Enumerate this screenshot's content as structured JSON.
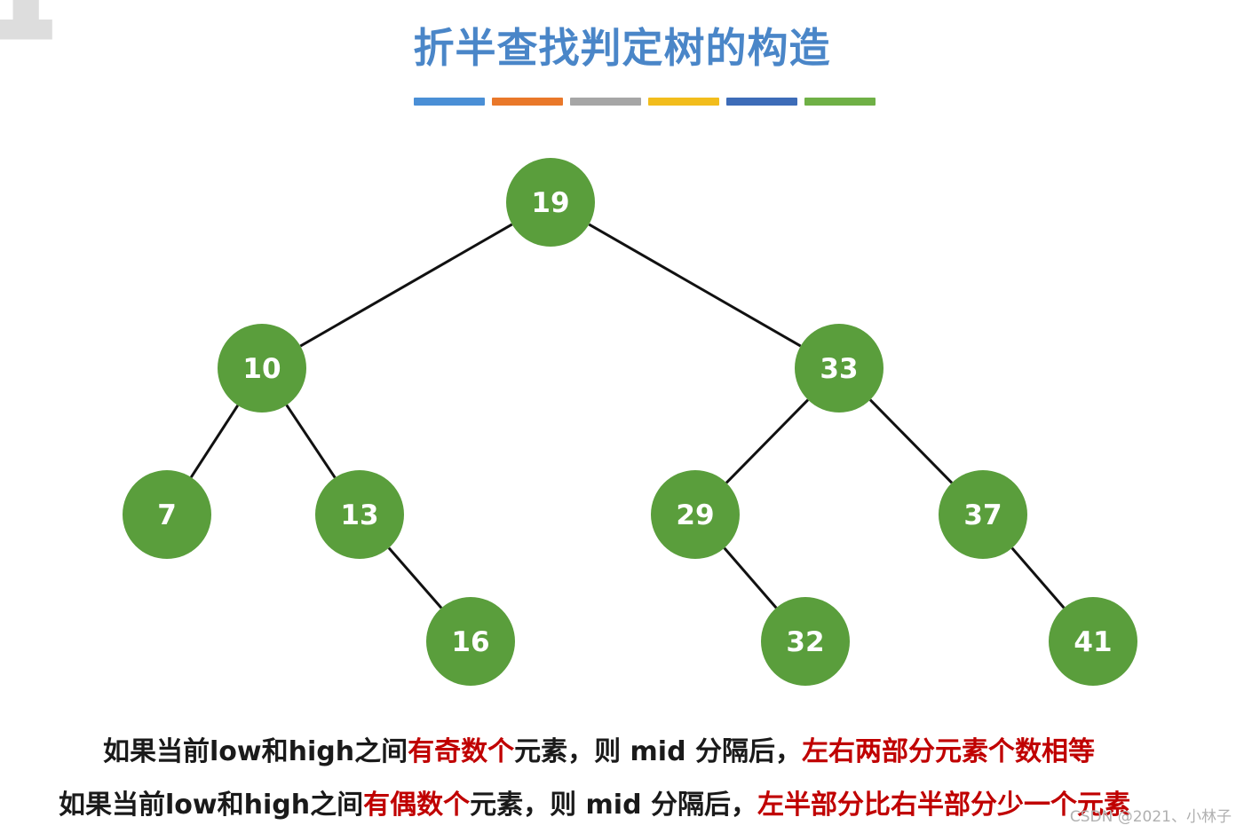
{
  "watermark": "slide-logo",
  "title": "折半查找判定树的构造",
  "color_bars": [
    "#4a8fd6",
    "#e9782a",
    "#a6a6a6",
    "#f2bd1c",
    "#3d6cb8",
    "#6fb046"
  ],
  "node_color": "#5a9e3c",
  "edge_color": "#111111",
  "tree": {
    "nodes": [
      {
        "id": "n19",
        "label": "19"
      },
      {
        "id": "n10",
        "label": "10"
      },
      {
        "id": "n33",
        "label": "33"
      },
      {
        "id": "n7",
        "label": "7"
      },
      {
        "id": "n13",
        "label": "13"
      },
      {
        "id": "n29",
        "label": "29"
      },
      {
        "id": "n37",
        "label": "37"
      },
      {
        "id": "n16",
        "label": "16"
      },
      {
        "id": "n32",
        "label": "32"
      },
      {
        "id": "n41",
        "label": "41"
      }
    ],
    "edges": [
      [
        "n19",
        "n10"
      ],
      [
        "n19",
        "n33"
      ],
      [
        "n10",
        "n7"
      ],
      [
        "n10",
        "n13"
      ],
      [
        "n33",
        "n29"
      ],
      [
        "n33",
        "n37"
      ],
      [
        "n13",
        "n16"
      ],
      [
        "n29",
        "n32"
      ],
      [
        "n37",
        "n41"
      ]
    ]
  },
  "captions": {
    "line1": {
      "a": "如果当前low和high之间",
      "b": "有奇数个",
      "c": "元素，则 mid 分隔后，",
      "d": "左右两部分元素个数相等"
    },
    "line2": {
      "a": "如果当前low和high之间",
      "b": "有偶数个",
      "c": "元素，则 mid 分隔后，",
      "d": "左半部分比右半部分少一个元素"
    }
  },
  "credit": "CSDN @2021、小林子"
}
